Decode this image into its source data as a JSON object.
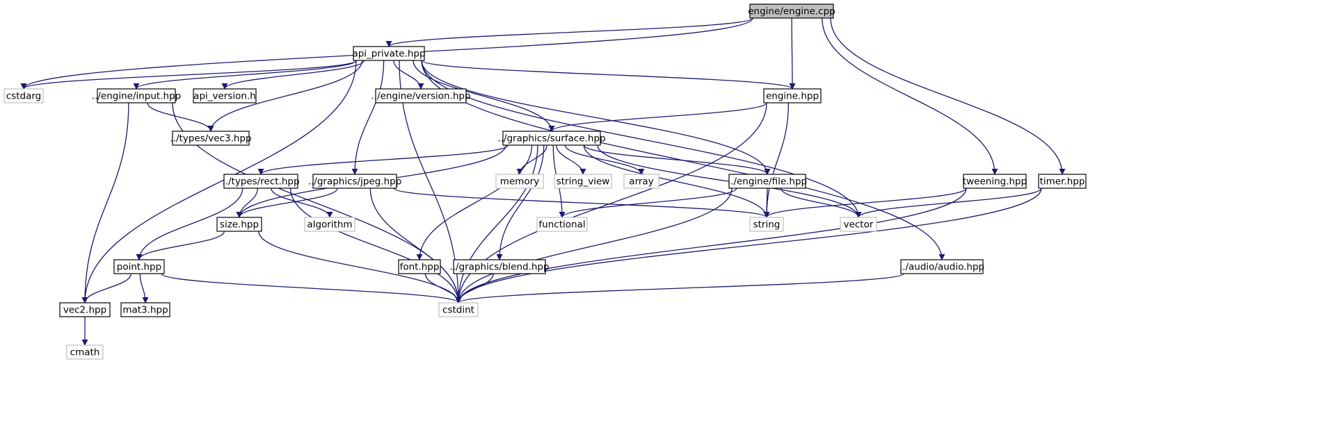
{
  "colors": {
    "edge": "#191970",
    "node_border": "#000000",
    "root_fill": "#bfbfbf",
    "system_border": "#bfbfbf",
    "node_fill": "#ffffff"
  },
  "nodes": [
    {
      "id": "engine_cpp",
      "label": "engine/engine.cpp",
      "kind": "root"
    },
    {
      "id": "api_private",
      "label": "api_private.hpp",
      "kind": "local"
    },
    {
      "id": "cstdarg",
      "label": "cstdarg",
      "kind": "system"
    },
    {
      "id": "input",
      "label": "../engine/input.hpp",
      "kind": "local"
    },
    {
      "id": "api_version",
      "label": "api_version.h",
      "kind": "local"
    },
    {
      "id": "version",
      "label": "../engine/version.hpp",
      "kind": "local"
    },
    {
      "id": "engine_hpp",
      "label": "engine.hpp",
      "kind": "local"
    },
    {
      "id": "vec3",
      "label": "../types/vec3.hpp",
      "kind": "local"
    },
    {
      "id": "surface",
      "label": "../graphics/surface.hpp",
      "kind": "local"
    },
    {
      "id": "rect",
      "label": "../types/rect.hpp",
      "kind": "local"
    },
    {
      "id": "jpeg",
      "label": "../graphics/jpeg.hpp",
      "kind": "local"
    },
    {
      "id": "memory",
      "label": "memory",
      "kind": "system"
    },
    {
      "id": "string_view",
      "label": "string_view",
      "kind": "system"
    },
    {
      "id": "array",
      "label": "array",
      "kind": "system"
    },
    {
      "id": "file",
      "label": "../engine/file.hpp",
      "kind": "local"
    },
    {
      "id": "tweening",
      "label": "tweening.hpp",
      "kind": "local"
    },
    {
      "id": "timer",
      "label": "timer.hpp",
      "kind": "local"
    },
    {
      "id": "size",
      "label": "size.hpp",
      "kind": "local"
    },
    {
      "id": "algorithm",
      "label": "algorithm",
      "kind": "system"
    },
    {
      "id": "functional",
      "label": "functional",
      "kind": "system"
    },
    {
      "id": "string",
      "label": "string",
      "kind": "system"
    },
    {
      "id": "vector",
      "label": "vector",
      "kind": "system"
    },
    {
      "id": "point",
      "label": "point.hpp",
      "kind": "local"
    },
    {
      "id": "font",
      "label": "font.hpp",
      "kind": "local"
    },
    {
      "id": "blend",
      "label": "../graphics/blend.hpp",
      "kind": "local"
    },
    {
      "id": "audio",
      "label": "../audio/audio.hpp",
      "kind": "local"
    },
    {
      "id": "vec2",
      "label": "vec2.hpp",
      "kind": "local"
    },
    {
      "id": "mat3",
      "label": "mat3.hpp",
      "kind": "local"
    },
    {
      "id": "cstdint",
      "label": "cstdint",
      "kind": "system"
    },
    {
      "id": "cmath",
      "label": "cmath",
      "kind": "system"
    }
  ],
  "edges": [
    [
      "engine_cpp",
      "api_private"
    ],
    [
      "engine_cpp",
      "cstdarg"
    ],
    [
      "engine_cpp",
      "engine_hpp"
    ],
    [
      "engine_cpp",
      "tweening"
    ],
    [
      "engine_cpp",
      "timer"
    ],
    [
      "api_private",
      "cstdarg"
    ],
    [
      "api_private",
      "input"
    ],
    [
      "api_private",
      "api_version"
    ],
    [
      "api_private",
      "version"
    ],
    [
      "api_private",
      "engine_hpp"
    ],
    [
      "api_private",
      "vec3"
    ],
    [
      "api_private",
      "surface"
    ],
    [
      "api_private",
      "jpeg"
    ],
    [
      "api_private",
      "file"
    ],
    [
      "api_private",
      "vector"
    ],
    [
      "api_private",
      "audio"
    ],
    [
      "api_private",
      "vec2"
    ],
    [
      "api_private",
      "cstdint"
    ],
    [
      "input",
      "vec3"
    ],
    [
      "input",
      "vec2"
    ],
    [
      "input",
      "cstdint"
    ],
    [
      "engine_hpp",
      "surface"
    ],
    [
      "engine_hpp",
      "string"
    ],
    [
      "engine_hpp",
      "cstdint"
    ],
    [
      "surface",
      "rect"
    ],
    [
      "surface",
      "memory"
    ],
    [
      "surface",
      "string_view"
    ],
    [
      "surface",
      "array"
    ],
    [
      "surface",
      "file"
    ],
    [
      "surface",
      "size"
    ],
    [
      "surface",
      "functional"
    ],
    [
      "surface",
      "string"
    ],
    [
      "surface",
      "vector"
    ],
    [
      "surface",
      "font"
    ],
    [
      "surface",
      "blend"
    ],
    [
      "surface",
      "cstdint"
    ],
    [
      "rect",
      "size"
    ],
    [
      "rect",
      "algorithm"
    ],
    [
      "rect",
      "point"
    ],
    [
      "rect",
      "cstdint"
    ],
    [
      "jpeg",
      "size"
    ],
    [
      "jpeg",
      "string"
    ],
    [
      "jpeg",
      "cstdint"
    ],
    [
      "file",
      "functional"
    ],
    [
      "file",
      "string"
    ],
    [
      "file",
      "vector"
    ],
    [
      "file",
      "cstdint"
    ],
    [
      "tweening",
      "string"
    ],
    [
      "tweening",
      "cstdint"
    ],
    [
      "timer",
      "vector"
    ],
    [
      "timer",
      "cstdint"
    ],
    [
      "size",
      "point"
    ],
    [
      "size",
      "cstdint"
    ],
    [
      "point",
      "vec2"
    ],
    [
      "point",
      "mat3"
    ],
    [
      "point",
      "cstdint"
    ],
    [
      "font",
      "cstdint"
    ],
    [
      "blend",
      "cstdint"
    ],
    [
      "audio",
      "cstdint"
    ],
    [
      "vec2",
      "cmath"
    ]
  ]
}
